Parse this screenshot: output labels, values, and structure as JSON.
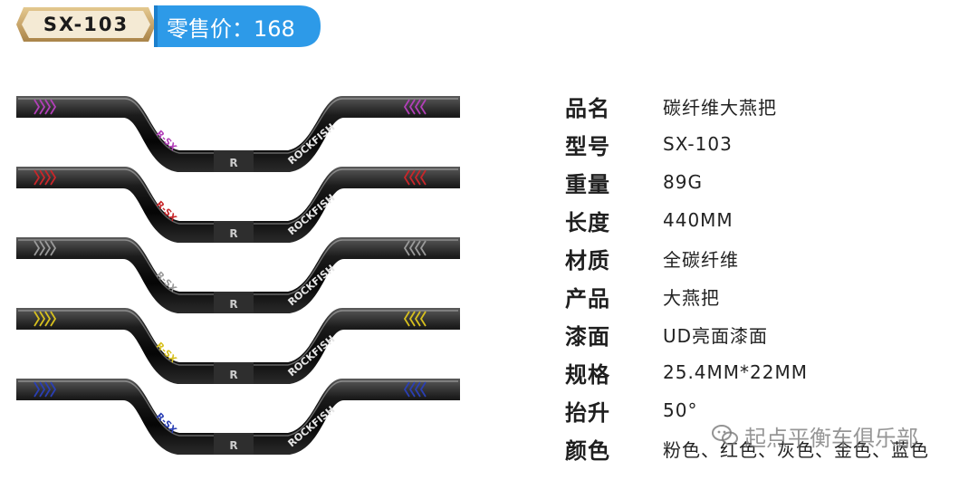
{
  "header": {
    "model_badge": "SX-103",
    "price_label": "零售价：168"
  },
  "specs": [
    {
      "label": "品名",
      "value": "碳纤维大燕把"
    },
    {
      "label": "型号",
      "value": "SX-103"
    },
    {
      "label": "重量",
      "value": "89G"
    },
    {
      "label": "长度",
      "value": "440MM"
    },
    {
      "label": "材质",
      "value": "全碳纤维"
    },
    {
      "label": "产品",
      "value": "大燕把"
    },
    {
      "label": "漆面",
      "value": "UD亮面漆面"
    },
    {
      "label": "规格",
      "value": "25.4MM*22MM"
    },
    {
      "label": "抬升",
      "value": "50°"
    },
    {
      "label": "颜色",
      "value": "粉色、红色、灰色、金色、蓝色"
    }
  ],
  "watermark": {
    "text": "起点平衡车俱乐部",
    "icon": "wechat-icon"
  },
  "product": {
    "brand_text": "ROCKFISH",
    "sub_text": "R-SX",
    "accent_colors": [
      "#b23fb8",
      "#c8262a",
      "#9a9a9a",
      "#d7c01e",
      "#2a3fb4"
    ]
  },
  "colors": {
    "price_badge": "#2d9ae8",
    "model_badge": "#c9a66b"
  }
}
